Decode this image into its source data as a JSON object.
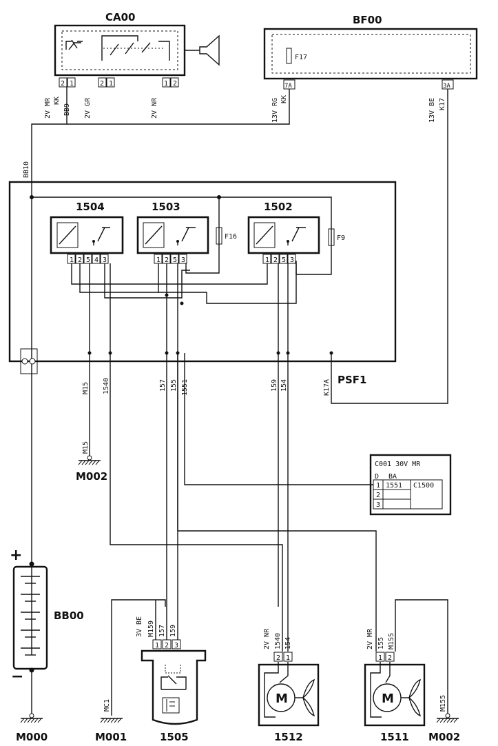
{
  "components": {
    "ca00": {
      "title": "CA00",
      "pins_left": [
        "2",
        "1"
      ],
      "pins_mid": [
        "2",
        "1"
      ],
      "pins_right": [
        "1",
        "2"
      ]
    },
    "bf00": {
      "title": "BF00",
      "fuse": "F17",
      "pin_a": "7A",
      "pin_b": "3A"
    },
    "psf1": {
      "title": "PSF1"
    },
    "relay_1504": {
      "title": "1504",
      "pins": [
        "1",
        "2",
        "5",
        "4",
        "3"
      ]
    },
    "relay_1503": {
      "title": "1503",
      "pins": [
        "1",
        "2",
        "5",
        "3"
      ]
    },
    "relay_1502": {
      "title": "1502",
      "pins": [
        "1",
        "2",
        "5",
        "3"
      ]
    },
    "fuse_f16": "F16",
    "fuse_f9": "F9",
    "bb00": {
      "title": "BB00",
      "plus": "+",
      "minus": "−"
    },
    "c001": {
      "header": "C001 30V MR",
      "col_d": "D",
      "col_ba": "BA",
      "rows": [
        {
          "n": "1",
          "ba": "1551",
          "dest": "C1500"
        },
        {
          "n": "2",
          "ba": "",
          "dest": ""
        },
        {
          "n": "3",
          "ba": "",
          "dest": ""
        }
      ]
    },
    "sensor_1505": {
      "title": "1505",
      "conn": "3V BE",
      "pins": [
        "1",
        "2",
        "3"
      ]
    },
    "motor_1512": {
      "title": "1512",
      "conn": "2V NR",
      "pins": [
        "2",
        "1"
      ],
      "symbol": "M"
    },
    "motor_1511": {
      "title": "1511",
      "conn": "2V MR",
      "pins": [
        "1",
        "2"
      ],
      "symbol": "M"
    }
  },
  "grounds": {
    "m000": "M000",
    "m001": "M001",
    "m002_left": "M002",
    "m002_right": "M002"
  },
  "wire_labels": {
    "ca00_conn": "2V MR",
    "ca00_kk": "KK",
    "bb9": "BB9",
    "ca00_gr": "2V GR",
    "ca00_nr": "2V NR",
    "bf00_rg": "13V RG",
    "bf00_kk": "KK",
    "bf00_be": "13V BE",
    "k17": "K17",
    "bb10": "BB10",
    "m15_top": "M15",
    "w1540": "1540",
    "w157": "157",
    "w155": "155",
    "w1551": "1551",
    "w159": "159",
    "w154": "154",
    "k17a": "K17A",
    "m15_ground": "M15",
    "mc1": "MC1",
    "m159": "M159",
    "s157": "157",
    "s159": "159",
    "m1540": "1540",
    "m154": "154",
    "m155w": "155",
    "m155": "M155",
    "m155_ground": "M155"
  }
}
